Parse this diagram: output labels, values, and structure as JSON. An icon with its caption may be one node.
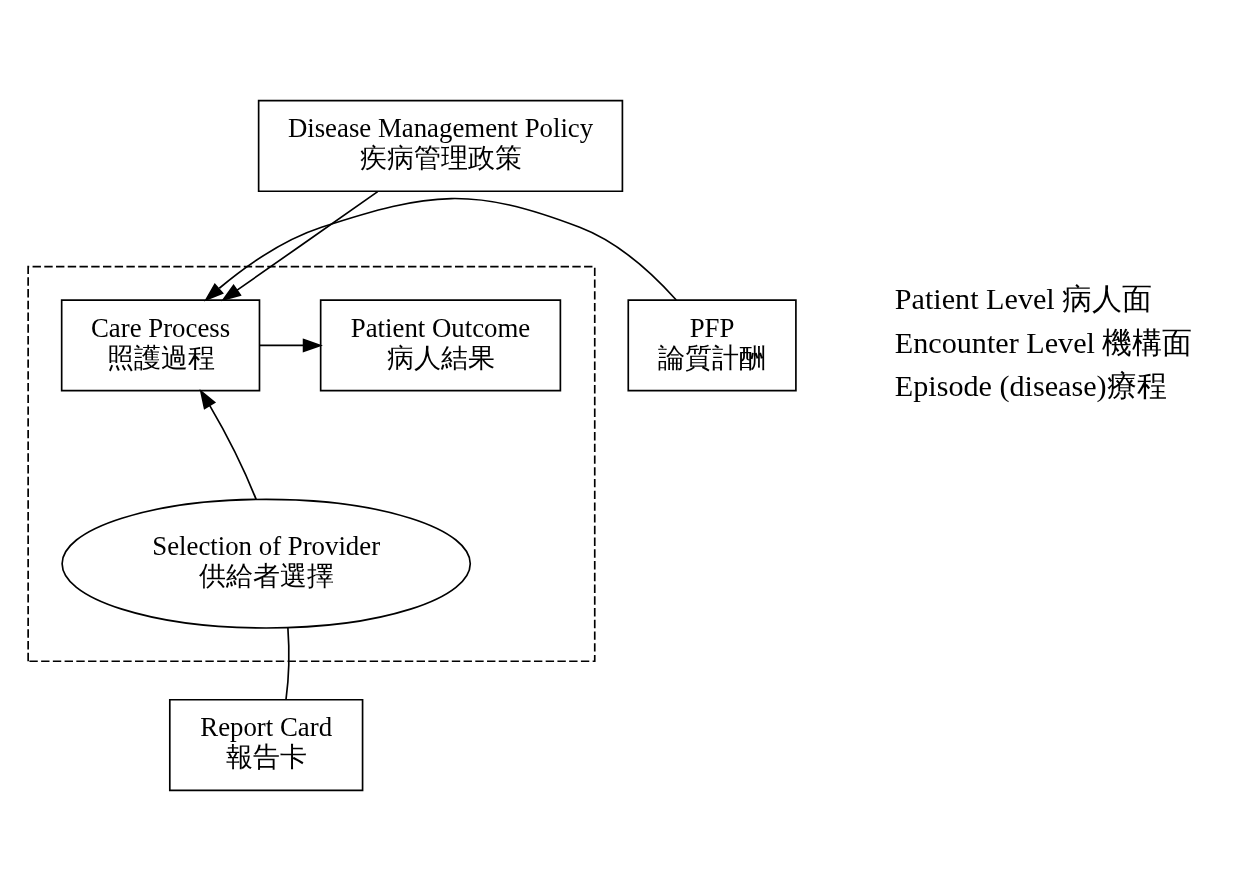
{
  "diagram": {
    "nodes": [
      {
        "text": [
          "Disease Management Policy",
          "疾病管理政策"
        ]
      },
      {
        "text": [],
        "shape": "box"
      },
      {
        "text": [
          "PFP",
          "論質計酬"
        ]
      },
      {
        "text": [
          "Care Process",
          "照護過程"
        ],
        "in": 1
      },
      {
        "text": [
          "Patient Outcome",
          "病人結果"
        ],
        "in": 1
      },
      {
        "text": [
          "Selection of Provider",
          "供給者選擇"
        ],
        "in": 1
      },
      {
        "text": [
          "Report Card",
          "報告卡"
        ]
      }
    ],
    "edges": [
      {
        "from": 0,
        "to": 3,
        "arrow": "to"
      },
      {
        "from": 2,
        "to": 3,
        "arrow": "to"
      },
      {
        "from": 3,
        "to": 4,
        "arrow": "to"
      },
      {
        "from": 5,
        "to": 3,
        "arrow": "to"
      },
      {
        "from": 6,
        "to": 5,
        "arrow": "none"
      }
    ],
    "labels": [
      "Patient Level 病人面",
      "Encounter Level 機構面",
      "Episode (disease)療程"
    ]
  }
}
